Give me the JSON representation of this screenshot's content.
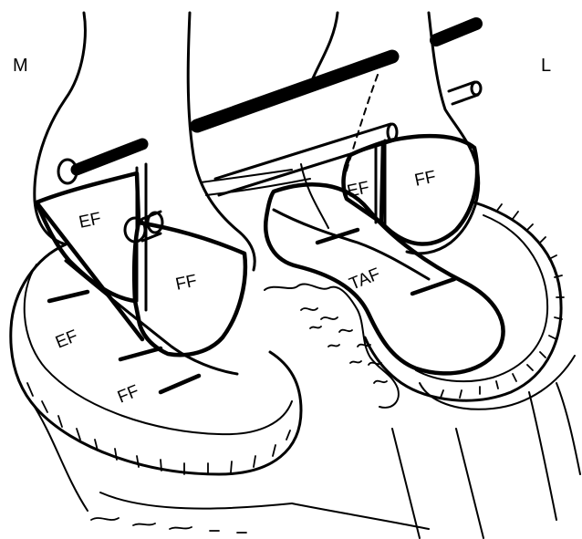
{
  "orientation": {
    "medial": "M",
    "lateral": "L"
  },
  "medial_condyle": {
    "femoral_ef": "EF",
    "femoral_ff": "FF",
    "tibial_ef": "EF",
    "tibial_ff": "FF"
  },
  "lateral_condyle": {
    "femoral_ef": "EF",
    "femoral_ff": "FF",
    "tibial_taf": "TAF"
  },
  "colors": {
    "ink": "#000000",
    "background": "#ffffff"
  }
}
